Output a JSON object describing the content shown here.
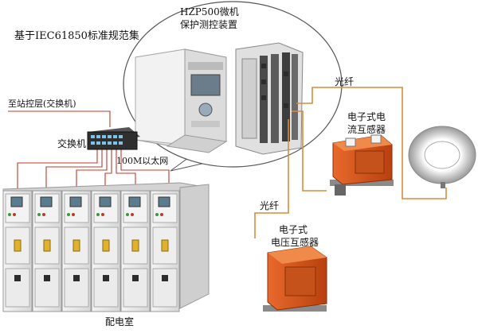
{
  "labels": {
    "standard": "基于IEC61850标准规范集",
    "device_line1": "HZP500微机",
    "device_line2": "保护测控装置",
    "station_layer": "至站控层(交换机)",
    "switch": "交换机",
    "ethernet": "100M以太网",
    "fiber_top": "光纤",
    "fiber_bottom": "光纤",
    "ct_line1": "电子式电",
    "ct_line2": "流互感器",
    "vt_line1": "电子式",
    "vt_line2": "电压互感器",
    "switchgear_room": "配电室"
  },
  "colors": {
    "cable": "#c0392b",
    "fiber": "#d98a3a",
    "transformer": "#d9541e",
    "cabinet": "#ececec",
    "device_panel": "#dcdcdc"
  },
  "icons": [
    "network-switch-icon",
    "protection-device-icon",
    "current-transformer-icon",
    "ring-sensor-icon",
    "voltage-transformer-icon",
    "switchgear-cabinet-icon"
  ]
}
